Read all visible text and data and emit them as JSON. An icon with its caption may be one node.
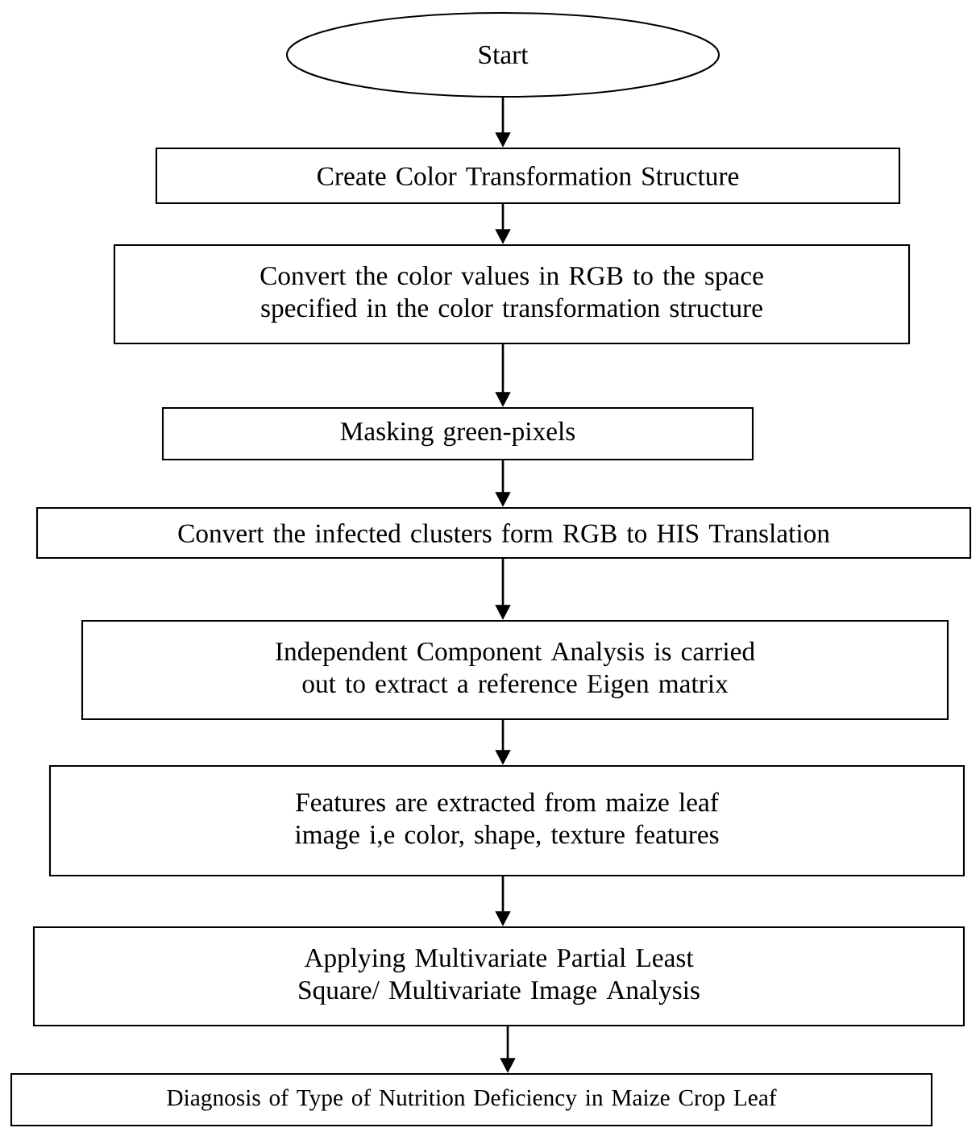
{
  "diagram": {
    "nodes": [
      {
        "text": [
          "Start"
        ]
      },
      {
        "text": [
          "Create Color Transformation Structure"
        ]
      },
      {
        "text": [
          "Convert the color values in RGB to the space specified in the color transformation structure"
        ]
      },
      {
        "text": [
          "Masking green-pixels"
        ]
      },
      {
        "text": [
          "Convert the infected clusters form RGB to HIS Translation"
        ]
      },
      {
        "text": [
          "Independent Component Analysis is carried out to extract a reference Eigen matrix"
        ]
      },
      {
        "text": [
          "Features are extracted from maize leaf image i,e color, shape, texture features"
        ]
      },
      {
        "text": [
          "Applying Multivariate Partial Least Square/ Multivariate Image Analysis"
        ]
      },
      {
        "text": [
          "Diagnosis of Type of Nutrition Deficiency in Maize Crop Leaf"
        ]
      }
    ],
    "edges": [
      {
        "from": 0,
        "to": 1,
        "arrow": "to"
      },
      {
        "from": 1,
        "to": 2,
        "arrow": "to"
      },
      {
        "from": 2,
        "to": 3,
        "arrow": "to"
      },
      {
        "from": 3,
        "to": 4,
        "arrow": "to"
      },
      {
        "from": 4,
        "to": 5,
        "arrow": "to"
      },
      {
        "from": 5,
        "to": 6,
        "arrow": "to"
      },
      {
        "from": 6,
        "to": 7,
        "arrow": "to"
      },
      {
        "from": 7,
        "to": 8,
        "arrow": "to"
      }
    ]
  }
}
